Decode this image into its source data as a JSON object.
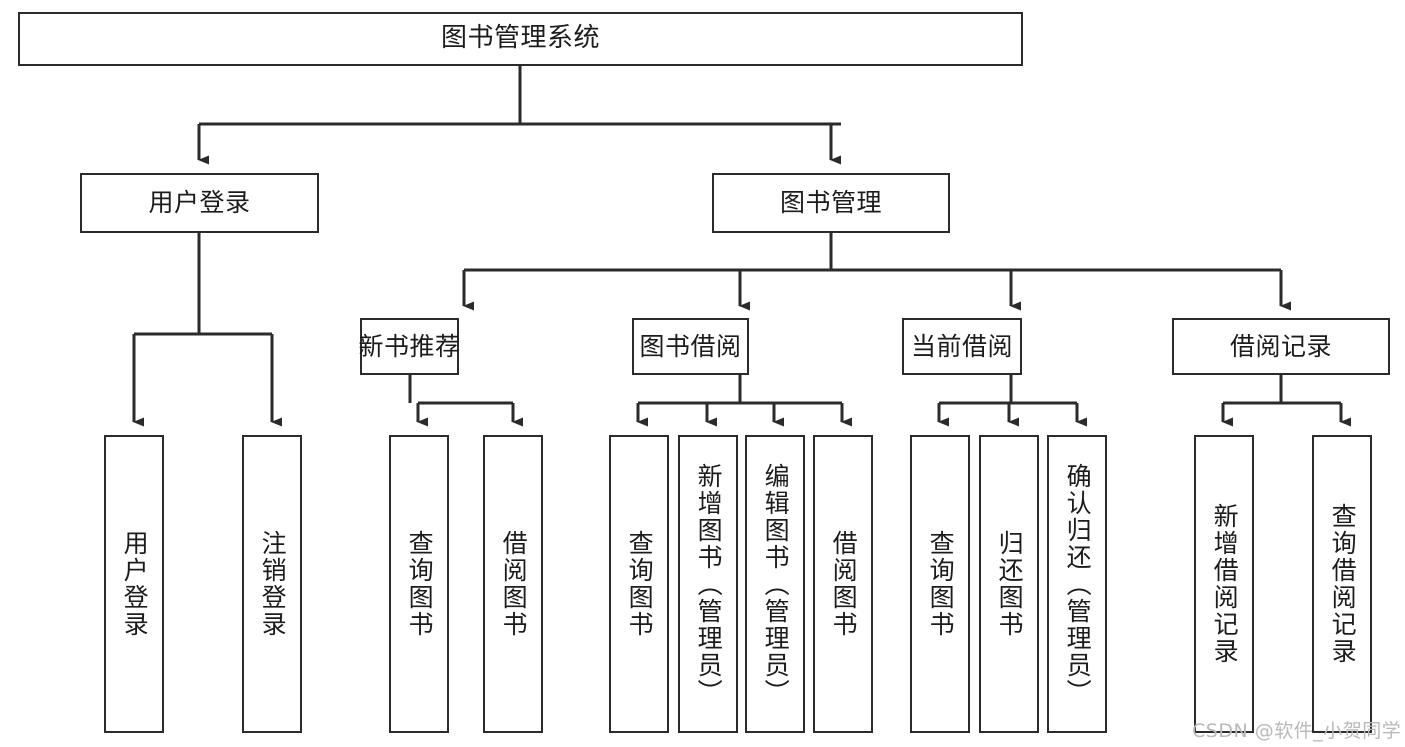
{
  "diagram": {
    "title": "图书管理系统",
    "type": "tree-hierarchy-diagram",
    "colors": {
      "box_border": "#2b2b2b",
      "box_fill": "#ffffff",
      "edge": "#2b2b2b",
      "text": "#1c1c1c",
      "watermark": "#b9b9b9",
      "background": "#ffffff"
    }
  },
  "watermark": {
    "text": "CSDN @软件_小贺同学"
  },
  "nodes": {
    "root": {
      "label": "图书管理系统"
    },
    "level2": [
      {
        "id": "user-login",
        "label": "用户登录"
      },
      {
        "id": "book-manage",
        "label": "图书管理"
      }
    ],
    "level3": [
      {
        "id": "new-book-recommend",
        "label": "新书推荐"
      },
      {
        "id": "book-borrow",
        "label": "图书借阅"
      },
      {
        "id": "current-borrow",
        "label": "当前借阅"
      },
      {
        "id": "borrow-record",
        "label": "借阅记录"
      }
    ],
    "leaves": [
      {
        "id": "leaf-user-login",
        "label": "用户登录"
      },
      {
        "id": "leaf-logout-login",
        "label": "注销登录"
      },
      {
        "id": "leaf-query-book-1",
        "label": "查询图书"
      },
      {
        "id": "leaf-borrow-book-1",
        "label": "借阅图书"
      },
      {
        "id": "leaf-query-book-2",
        "label": "查询图书"
      },
      {
        "id": "leaf-add-book",
        "label": "新增图书（管理员）"
      },
      {
        "id": "leaf-edit-book",
        "label": "编辑图书（管理员）"
      },
      {
        "id": "leaf-borrow-book-2",
        "label": "借阅图书"
      },
      {
        "id": "leaf-query-book-3",
        "label": "查询图书"
      },
      {
        "id": "leaf-return-book",
        "label": "归还图书"
      },
      {
        "id": "leaf-confirm-return",
        "label": "确认归还（管理员）"
      },
      {
        "id": "leaf-add-borrow-record",
        "label": "新增借阅记录"
      },
      {
        "id": "leaf-query-borrow-record",
        "label": "查询借阅记录"
      }
    ]
  }
}
